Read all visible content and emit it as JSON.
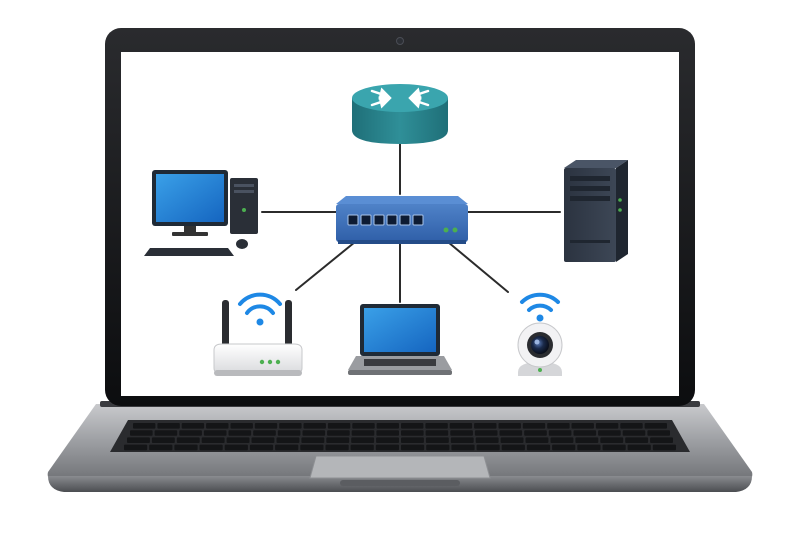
{
  "scene": {
    "subject": "laptop-displaying-network-topology",
    "colors": {
      "background": "#ffffff",
      "bezel": "#111214",
      "screen": "#ffffff",
      "aluminum": "#9a9ca0",
      "link_line": "#2b2b2b",
      "router": "#2f8f98",
      "switch": "#2f5fa8",
      "wifi_signal": "#1e88e5",
      "status_led": "#4caf50"
    }
  },
  "network": {
    "hub": {
      "kind": "switch",
      "ports": 6,
      "leds": 2
    },
    "devices": [
      {
        "id": "router",
        "kind": "router",
        "icon": "router-icon"
      },
      {
        "id": "desktop",
        "kind": "desktop-computer",
        "icon": "desktop-computer-icon"
      },
      {
        "id": "server",
        "kind": "server",
        "icon": "server-tower-icon"
      },
      {
        "id": "wifi-router",
        "kind": "wireless-access-point",
        "icon": "wireless-router-icon",
        "wireless": true
      },
      {
        "id": "laptop",
        "kind": "laptop",
        "icon": "laptop-icon"
      },
      {
        "id": "camera",
        "kind": "ip-camera",
        "icon": "security-camera-icon",
        "wireless": true
      }
    ]
  }
}
